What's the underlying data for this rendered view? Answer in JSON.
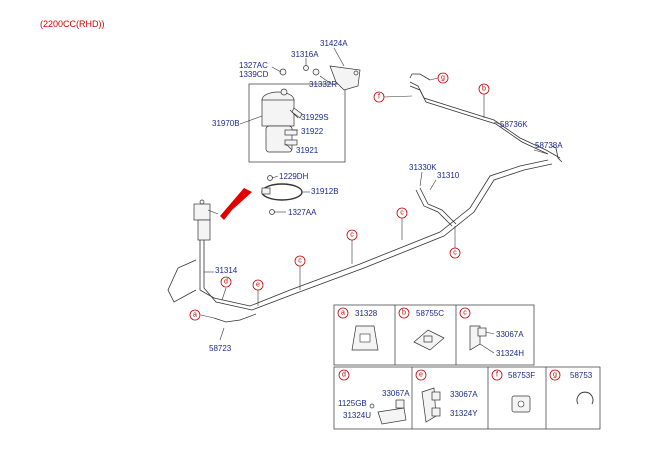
{
  "header": {
    "variant": "(2200CC(RHD))"
  },
  "labels": {
    "p1327ac": "1327AC",
    "p1339cd": "1339CD",
    "p31316a": "31316A",
    "p31424a": "31424A",
    "p31332r": "31332R",
    "p31970b": "31970B",
    "p31929s": "31929S",
    "p31922": "31922",
    "p31921": "31921",
    "p1229dh": "1229DH",
    "p31912b": "31912B",
    "p1327aa": "1327AA",
    "p31314": "31314",
    "p58723": "58723",
    "p58736k": "58736K",
    "p58738a": "58738A",
    "p31330k": "31330K",
    "p31310": "31310"
  },
  "callouts": {
    "a": "a",
    "b": "b",
    "c": "c",
    "d": "d",
    "e": "e",
    "f": "f",
    "g": "g"
  },
  "legend": {
    "a": {
      "letter": "a",
      "parts": [
        "31328"
      ]
    },
    "b": {
      "letter": "b",
      "parts": [
        "58755C"
      ]
    },
    "c": {
      "letter": "c",
      "parts": [
        "33067A",
        "31324H"
      ]
    },
    "d": {
      "letter": "d",
      "parts": [
        "33067A",
        "1125GB",
        "31324U"
      ]
    },
    "e": {
      "letter": "e",
      "parts": [
        "33067A",
        "31324Y"
      ]
    },
    "f": {
      "letter": "f",
      "parts": [
        "58753F"
      ]
    },
    "g": {
      "letter": "g",
      "parts": [
        "58753"
      ]
    }
  },
  "colors": {
    "callout": "#c00000",
    "label": "#1a2a8a",
    "arrow": "#e00000"
  }
}
